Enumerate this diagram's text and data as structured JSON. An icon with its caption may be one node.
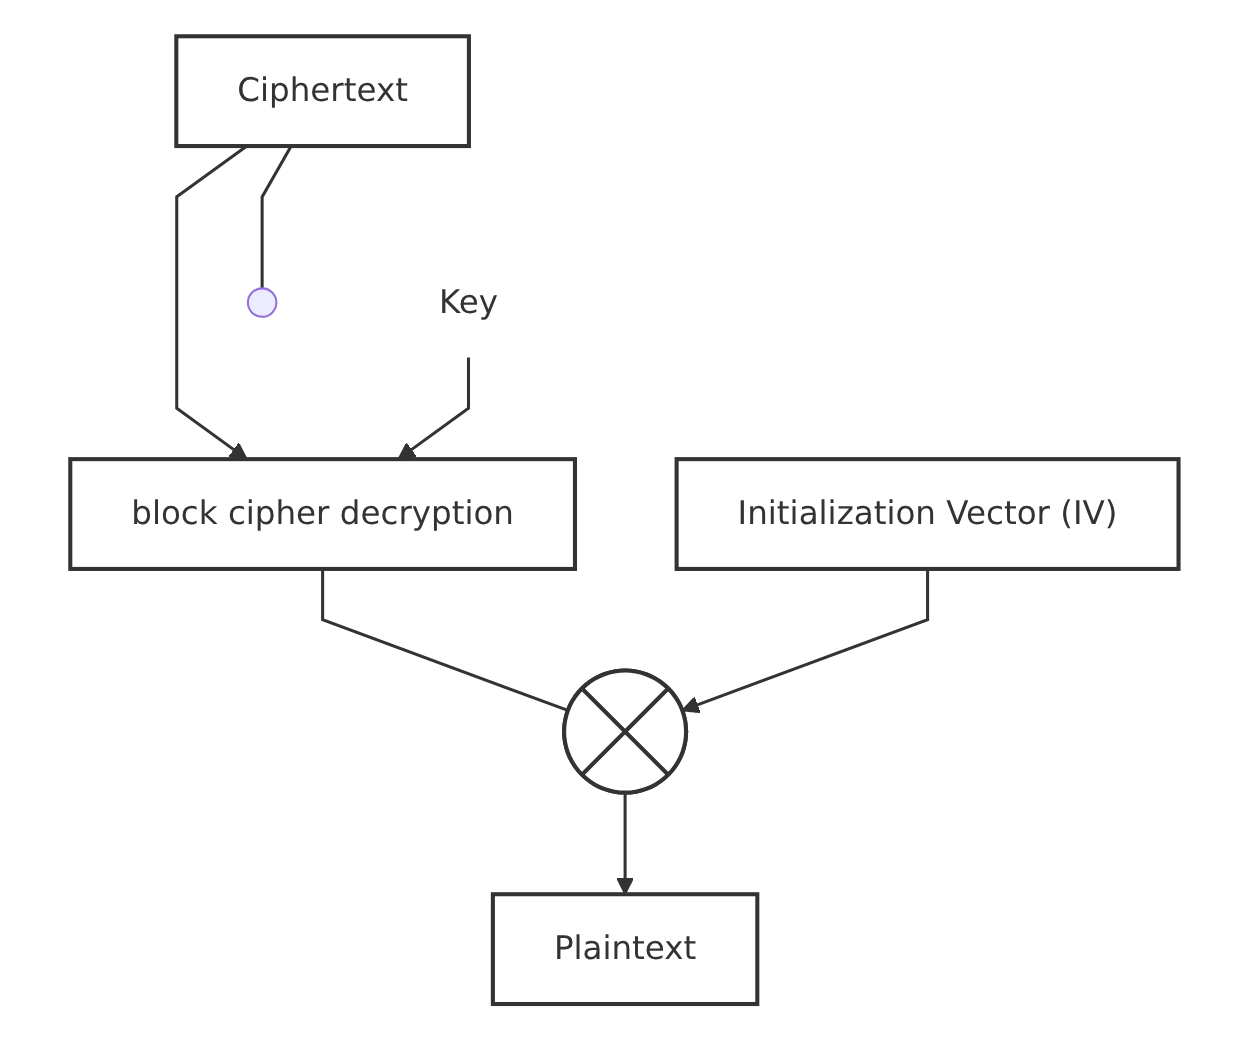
{
  "diagram": {
    "nodes": [
      {
        "text": [
          "Ciphertext"
        ]
      },
      {
        "text": [
          "Key"
        ]
      },
      {
        "text": [
          "block cipher decryption"
        ]
      },
      {
        "text": [
          "Initialization Vector (IV)"
        ]
      },
      {
        "text": [],
        "shape": "circle"
      },
      {
        "text": [
          "Plaintext"
        ]
      }
    ],
    "edges": [
      {
        "from": 0,
        "to": 2,
        "arrow": "to"
      },
      {
        "from": 0,
        "to": null,
        "arrow": "none"
      },
      {
        "from": 1,
        "to": 2,
        "arrow": "to"
      },
      {
        "from": 2,
        "to": 4,
        "arrow": "none"
      },
      {
        "from": 3,
        "to": 4,
        "arrow": "to"
      },
      {
        "from": 4,
        "to": 5,
        "arrow": "to"
      }
    ]
  }
}
